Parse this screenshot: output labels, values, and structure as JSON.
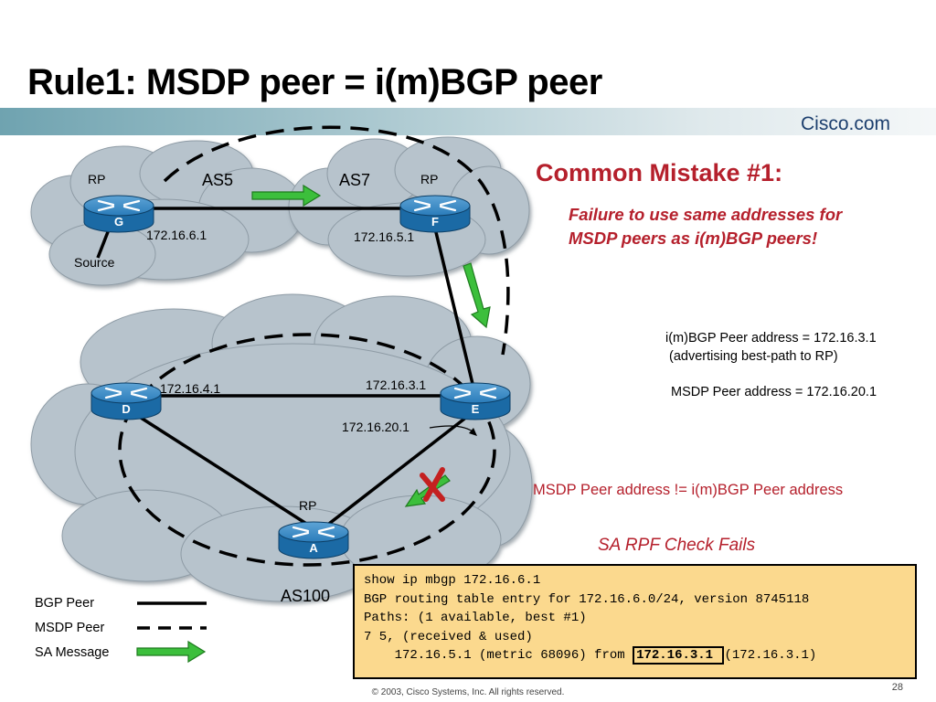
{
  "slide": {
    "title": "Rule1: MSDP peer = i(m)BGP peer",
    "logo": "Cisco.com",
    "footer": "© 2003, Cisco Systems, Inc. All rights reserved.",
    "page_number": "28"
  },
  "diagram": {
    "domains": [
      {
        "name": "AS5"
      },
      {
        "name": "AS7"
      },
      {
        "name": "AS100"
      }
    ],
    "routers": [
      {
        "id": "G",
        "role": "RP",
        "address": "172.16.6.1",
        "attached": "Source"
      },
      {
        "id": "F",
        "role": "RP",
        "address": "172.16.5.1"
      },
      {
        "id": "D",
        "address": "172.16.4.1"
      },
      {
        "id": "E",
        "addresses": [
          "172.16.3.1",
          "172.16.20.1"
        ]
      },
      {
        "id": "A",
        "role": "RP"
      }
    ],
    "failure_mark": "X",
    "legend": [
      {
        "label": "BGP Peer",
        "style": "solid"
      },
      {
        "label": "MSDP Peer",
        "style": "dashed"
      },
      {
        "label": "SA Message",
        "style": "green-arrow"
      }
    ]
  },
  "callouts": {
    "mistake_title": "Common Mistake #1:",
    "mistake_desc_line1": "Failure to use same addresses for",
    "mistake_desc_line2": "MSDP peers as i(m)BGP peers!",
    "imbgp_line1": "i(m)BGP Peer address = 172.16.3.1",
    "imbgp_line2": " (advertising best-path to RP)",
    "msdp_addr": "MSDP Peer address = 172.16.20.1",
    "mismatch": "MSDP Peer address != i(m)BGP Peer address",
    "rpf_fails": "SA RPF Check Fails"
  },
  "cli": {
    "line1": "show ip mbgp 172.16.6.1",
    "line2": "BGP routing table entry for 172.16.6.0/24, version 8745118",
    "line3": "Paths: (1 available, best #1)",
    "line4": "7 5, (received & used)",
    "line5_prefix": "    172.16.5.1 (metric 68096) from ",
    "line5_highlight": "172.16.3.1 ",
    "line5_suffix": "(172.16.3.1)"
  },
  "colors": {
    "accent_red": "#b5202c",
    "router_blue": "#1b6aa5",
    "cloud_gray": "#b7c3cc",
    "sa_green": "#3cbf3c",
    "cli_bg": "#fbd98e"
  }
}
